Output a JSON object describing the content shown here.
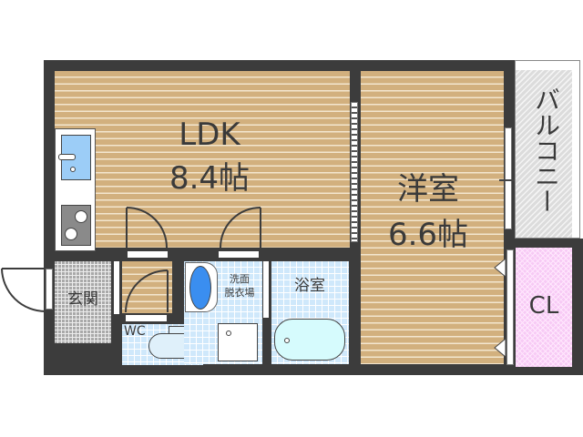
{
  "floorplan": {
    "rooms": {
      "ldk": {
        "name": "LDK",
        "size": "8.4帖"
      },
      "western": {
        "name": "洋室",
        "size": "6.6帖"
      },
      "balcony": {
        "name": "バルコニー"
      },
      "closet": {
        "name": "CL"
      },
      "entrance": {
        "name": "玄関"
      },
      "toilet": {
        "name": "WC"
      },
      "washroom": {
        "name_line1": "洗面",
        "name_line2": "脱衣場"
      },
      "bathroom": {
        "name": "浴室"
      }
    },
    "colors": {
      "wall": "#3c3c3c",
      "wood_floor": "#d2b07e",
      "tile_floor": "#cfe8fb",
      "entrance_floor": "#a9a9a9",
      "balcony_floor": "#dcdcdc",
      "closet_floor": "#f7caf5",
      "sink_blue": "#9ccdf7",
      "washbasin_blue": "#3a8ef0"
    }
  }
}
